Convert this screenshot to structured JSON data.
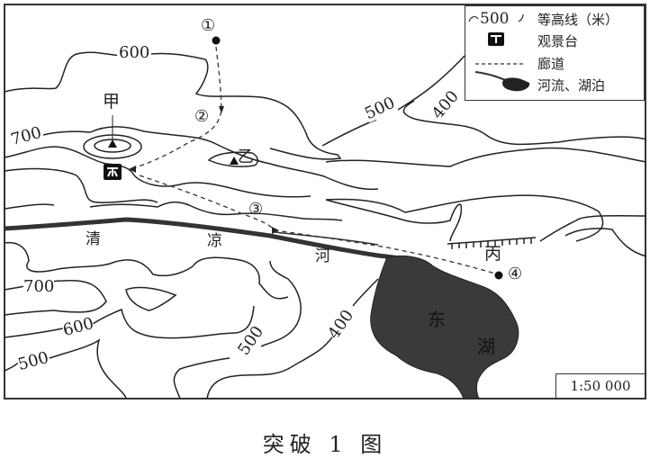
{
  "map": {
    "scale": "1:50 000",
    "caption": "突破 1 图",
    "legend": {
      "contour_sample": "500",
      "contour_label": "等高线（米）",
      "viewpoint_label": "观景台",
      "corridor_label": "廊道",
      "water_label": "河流、湖泊"
    },
    "contour_labels": {
      "c600_top": "600",
      "c700_left": "700",
      "c500_top": "500",
      "c400_top": "400",
      "c700_bottom": "700",
      "c600_bottom": "600",
      "c500_bottom_left": "500",
      "c500_bottom_mid": "500",
      "c400_bottom": "400"
    },
    "points": {
      "p1": "①",
      "p2": "②",
      "p3": "③",
      "p4": "④",
      "jia": "甲",
      "yi": "乙",
      "bing": "丙"
    },
    "features": {
      "river_chars": [
        "清",
        "凉",
        "河"
      ],
      "lake_chars": [
        "东",
        "湖"
      ]
    },
    "colors": {
      "line": "#222222",
      "water": "#3a3a3a",
      "background": "#ffffff"
    }
  }
}
